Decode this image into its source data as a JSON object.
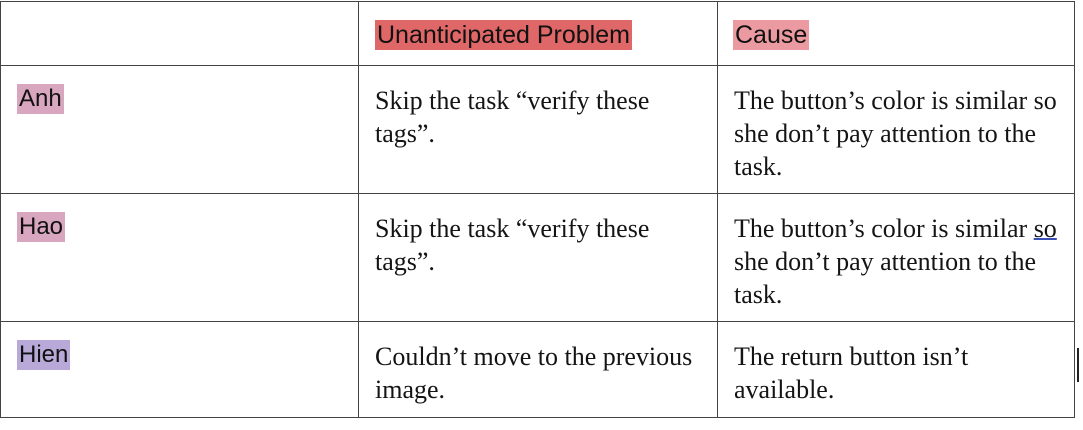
{
  "table": {
    "headers": {
      "blank": "",
      "problem": "Unanticipated Problem",
      "cause": "Cause",
      "problem_highlight": "#e06767",
      "cause_highlight": "#ea9aa0"
    },
    "rows": [
      {
        "name": "Anh",
        "name_highlight": "#d8a7bf",
        "problem": "Skip the task “verify these tags”.",
        "cause": "The button’s color is similar so she don’t pay attention to the task."
      },
      {
        "name": "Hao",
        "name_highlight": "#d8a7bf",
        "problem": "Skip the task “verify these tags”.",
        "cause_before": "The button’s color is similar ",
        "cause_marked": "so",
        "cause_after": " she don’t pay attention to the task."
      },
      {
        "name": "Hien",
        "name_highlight": "#b8a9d8",
        "problem": "Couldn’t move to the previous image.",
        "cause": "The return button isn’t available."
      }
    ]
  }
}
